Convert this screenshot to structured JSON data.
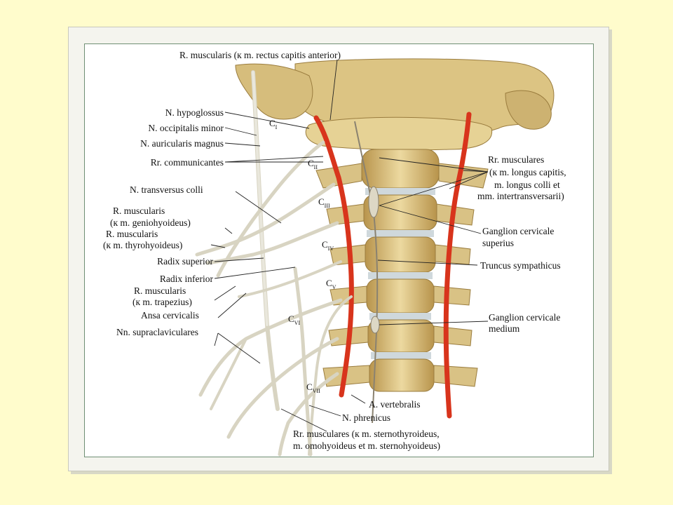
{
  "labels": {
    "top": "R. muscularis (к m. rectus capitis anterior)",
    "hypoglossus": "N. hypoglossus",
    "occipitalis": "N. occipitalis minor",
    "auricularis": "N. auricularis magnus",
    "communicantes": "Rr. communicantes",
    "transversus": "N. transversus colli",
    "musc_genio_1": "R. muscularis",
    "musc_genio_2": "(к m. geniohyoideus)",
    "musc_thyro_1": "R. muscularis",
    "musc_thyro_2": "(к m. thyrohyoideus)",
    "radix_sup": "Radix superior",
    "radix_inf": "Radix inferior",
    "musc_trap_1": "R. muscularis",
    "musc_trap_2": "(к m. trapezius)",
    "ansa": "Ansa cervicalis",
    "supraclav": "Nn. supraclaviculares",
    "rr_musc_1": "Rr. musculares",
    "rr_musc_2": "(к m. longus capitis,",
    "rr_musc_3": "m. longus colli et",
    "rr_musc_4": "mm. intertransversarii)",
    "ganglion_sup_1": "Ganglion cervicale",
    "ganglion_sup_2": "superius",
    "truncus": "Truncus sympathicus",
    "ganglion_med_1": "Ganglion cervicale",
    "ganglion_med_2": "medium",
    "vertebralis": "A. vertebralis",
    "phrenicus": "N. phrenicus",
    "bottom_1": "Rr. musculares (к m. sternothyroideus,",
    "bottom_2": "m. omohyoideus et m. sternohyoideus)"
  },
  "vertebrae": {
    "c1": "C",
    "c1_sub": "I",
    "c2": "C",
    "c2_sub": "II",
    "c3": "C",
    "c3_sub": "III",
    "c4": "C",
    "c4_sub": "IV",
    "c5": "C",
    "c5_sub": "V",
    "c6": "C",
    "c6_sub": "VI",
    "c7": "C",
    "c7_sub": "VII"
  },
  "colors": {
    "background": "#fffccc",
    "bone": "#e2cf92",
    "bone_shade": "#b89a55",
    "disc": "#cfd8dc",
    "artery": "#d8341c",
    "nerve": "#e9e7dc",
    "leader": "#222222"
  }
}
